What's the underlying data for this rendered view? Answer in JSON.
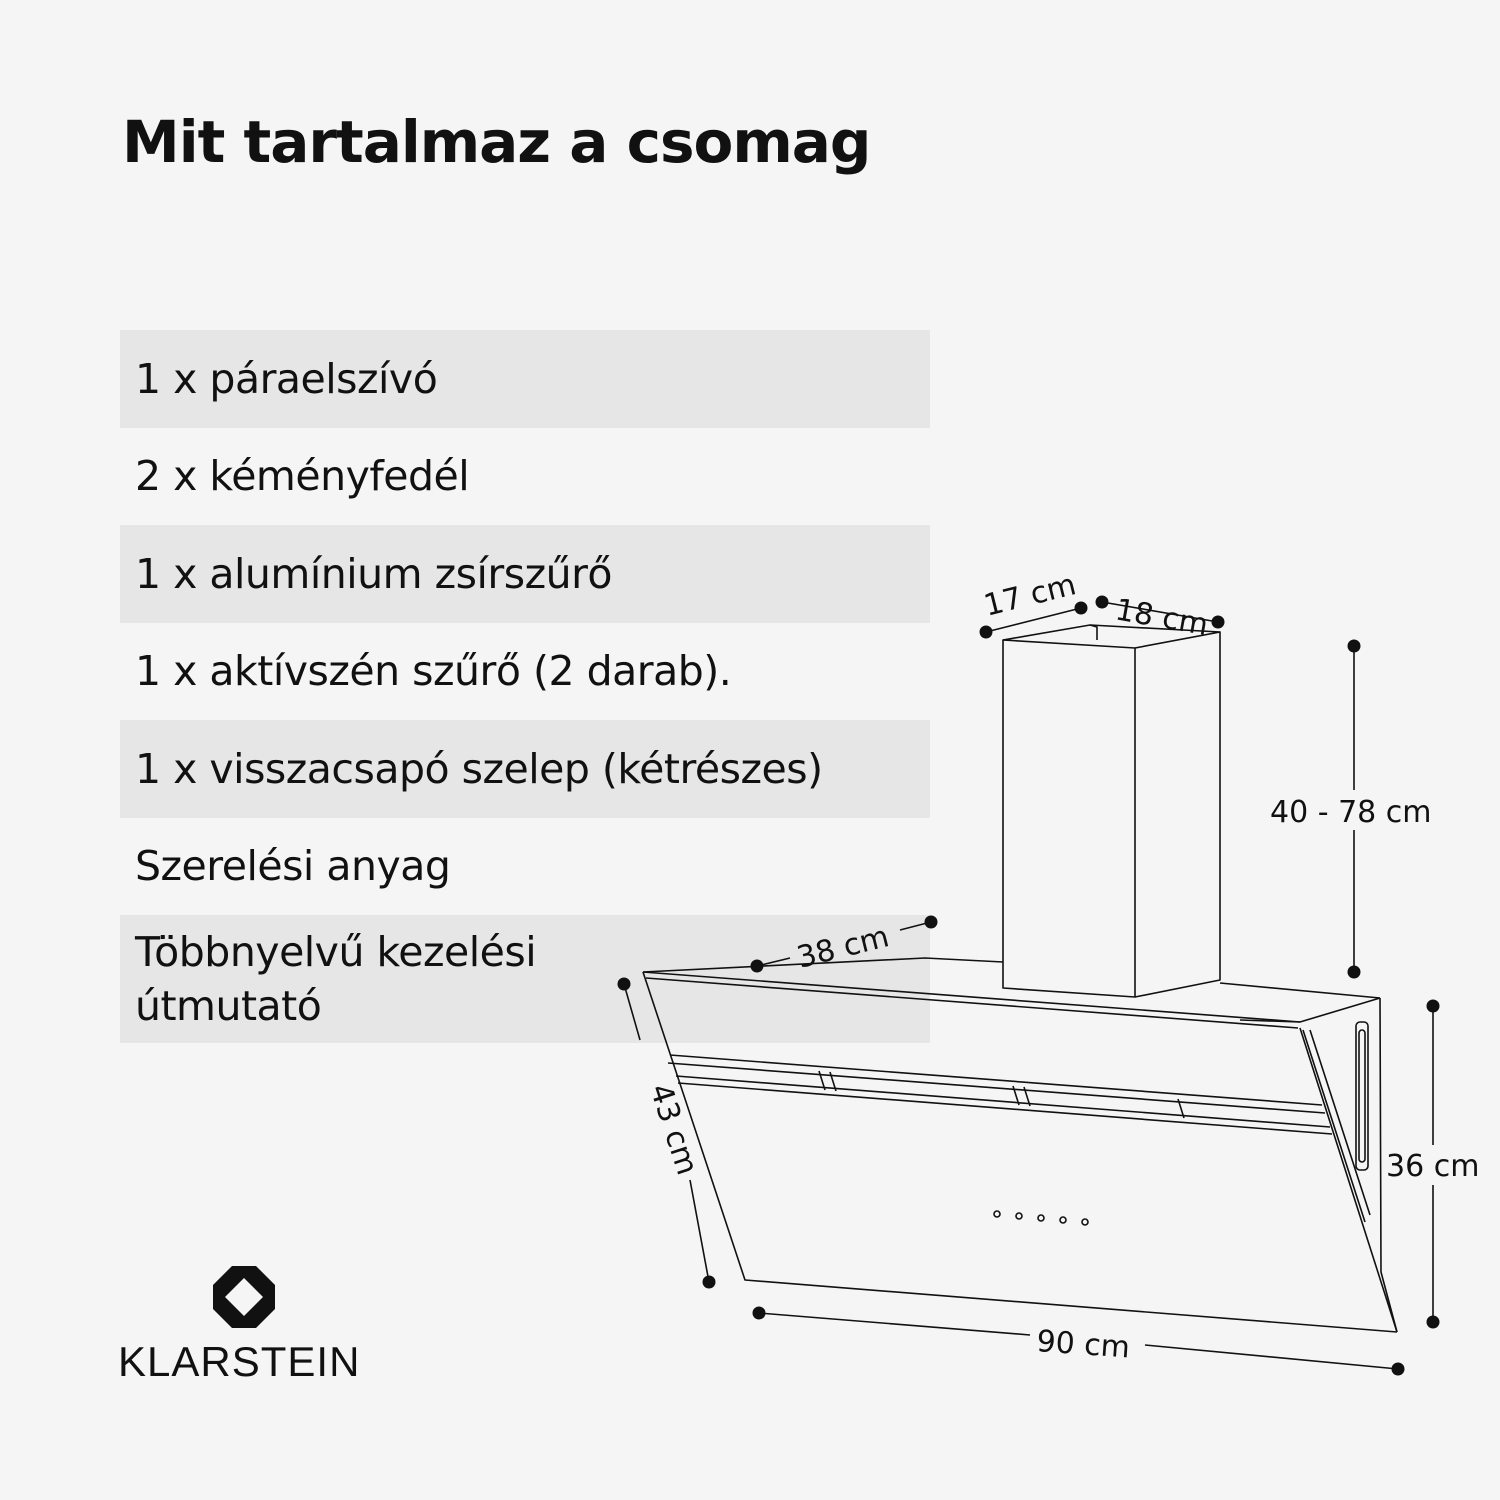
{
  "title": "Mit tartalmaz a csomag",
  "items": [
    "1 x páraelszívó",
    "2 x kéményfedél",
    "1 x alumínium zsírszűrő",
    "1 x aktívszén szűrő (2 darab).",
    "1 x visszacsapó szelep (kétrészes)",
    "Szerelési anyag",
    "Többnyelvű kezelési útmutató"
  ],
  "dimensions": {
    "chimney_depth": "17 cm",
    "chimney_width": "18 cm",
    "chimney_height": "40 - 78 cm",
    "hood_depth": "38 cm",
    "glass_height": "43 cm",
    "side_height": "36 cm",
    "width": "90 cm"
  },
  "brand": {
    "name": "KLARSTEIN",
    "logo_icon": "klarstein-diamond-logo-icon"
  }
}
